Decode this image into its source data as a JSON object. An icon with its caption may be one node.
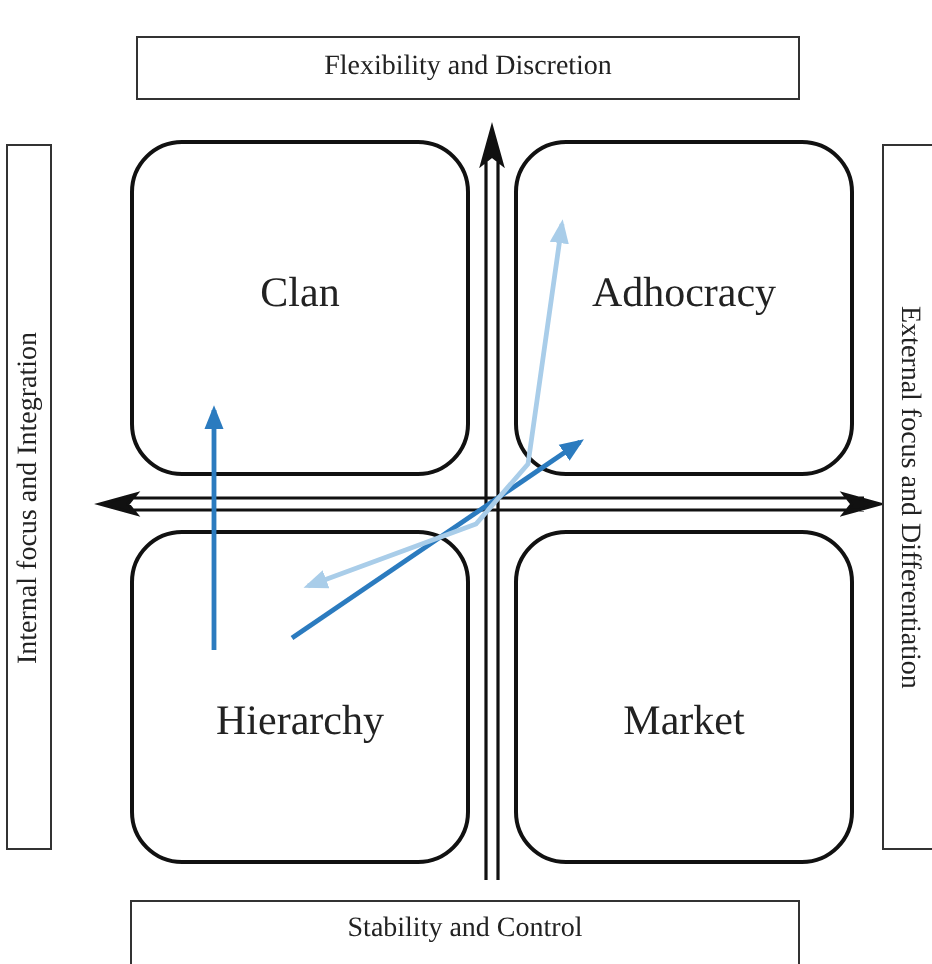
{
  "diagram": {
    "nodes": [
      {
        "text": [
          "Flexibility and Discretion"
        ]
      },
      {
        "text": [
          "Internal focus and Integration"
        ]
      },
      {
        "text": [
          "Clan"
        ]
      },
      {
        "text": [
          "Adhocracy"
        ]
      },
      {
        "text": [
          "Hierarchy"
        ]
      },
      {
        "text": [
          "Market"
        ]
      },
      {
        "text": [
          "External focus and Differentiation"
        ]
      },
      {
        "text": [
          "Stability and Control"
        ]
      }
    ],
    "edges": [
      {
        "from": 4,
        "to": 2,
        "arrow": "to"
      },
      {
        "from": 4,
        "to": 3,
        "arrow": "to"
      },
      {
        "from": 3,
        "to": 4,
        "arrow": "both",
        "color": "#a9cde9"
      }
    ]
  }
}
